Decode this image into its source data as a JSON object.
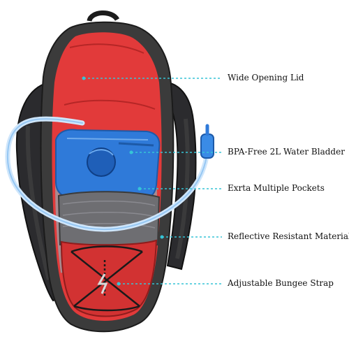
{
  "image": {
    "subject": "hydration-backpack",
    "colors": {
      "bag_body": "#e23a3a",
      "bag_trim": "#3b3b3b",
      "mesh_panel": "#6e6e72",
      "bladder": "#2f7ad9",
      "tube": "#cfe6fb",
      "callout_line": "#36c4d6"
    }
  },
  "callouts": [
    {
      "id": "lid",
      "label": "Wide Opening Lid"
    },
    {
      "id": "bladder",
      "label": "BPA-Free 2L Water Bladder"
    },
    {
      "id": "pockets",
      "label": "Exrta Multiple Pockets"
    },
    {
      "id": "reflective",
      "label": "Reflective Resistant Material"
    },
    {
      "id": "bungee",
      "label": "Adjustable Bungee Strap"
    }
  ]
}
